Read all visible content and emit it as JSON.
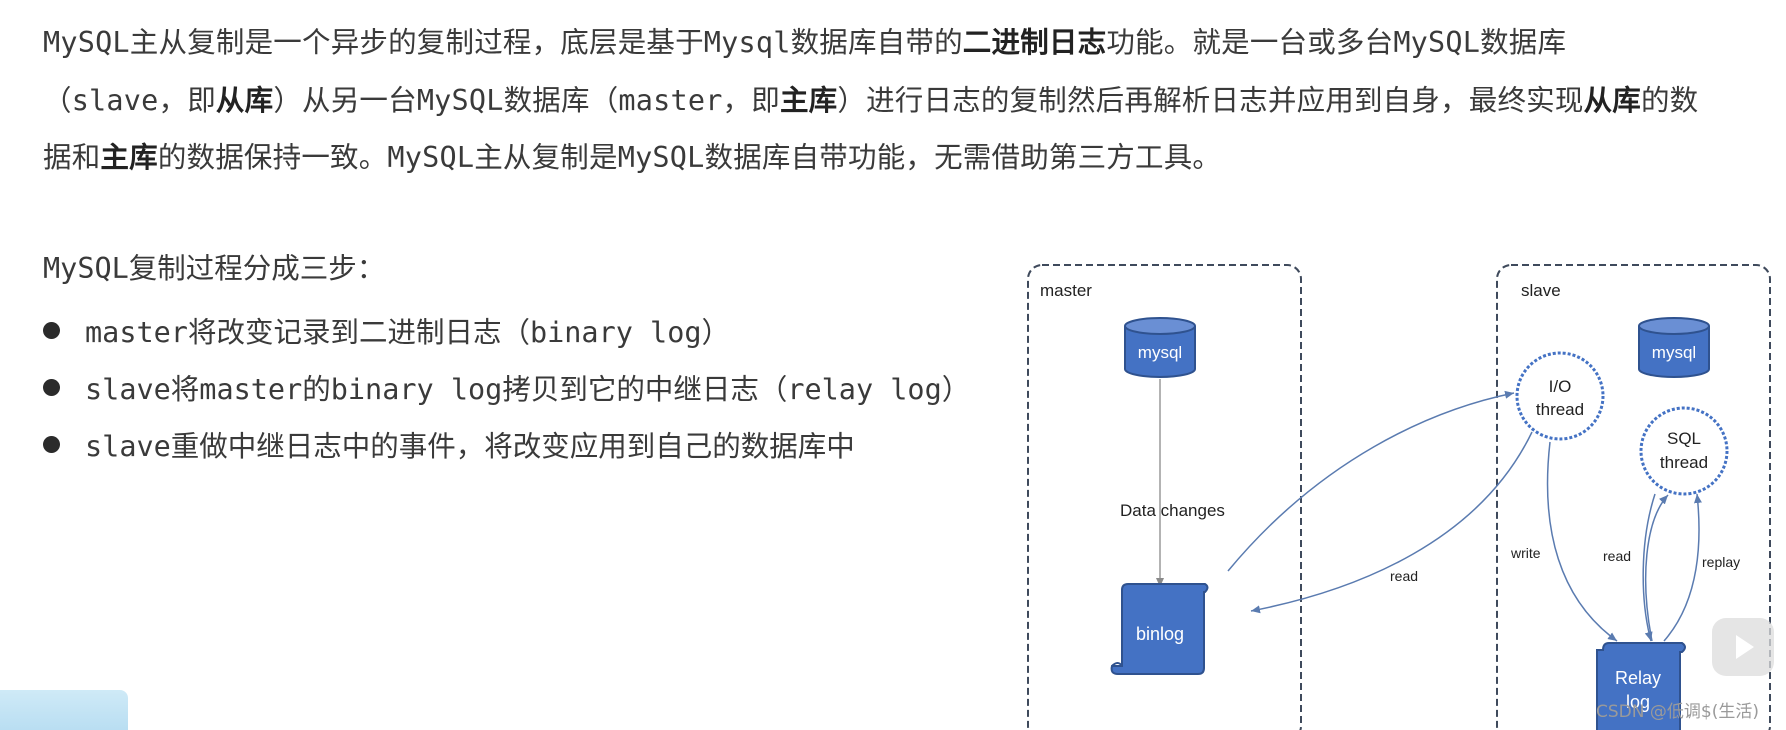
{
  "intro": {
    "p1": "MySQL主从复制是一个异步的复制过程，底层是基于Mysql数据库自带的",
    "b1": "二进制日志",
    "p2": "功能。就是一台或多台MySQL数据库（slave，即",
    "b2": "从库",
    "p3": "）从另一台MySQL数据库（master，即",
    "b3": "主库",
    "p4": "）进行日志的复制然后再解析日志并应用到自身，最终实现",
    "b4": "从库",
    "p5": "的数据和",
    "b5": "主库",
    "p6": "的数据保持一致。MySQL主从复制是MySQL数据库自带功能，无需借助第三方工具。"
  },
  "steps": {
    "title": "MySQL复制过程分成三步：",
    "items": [
      "master将改变记录到二进制日志（binary log）",
      "slave将master的binary log拷贝到它的中继日志（relay log）",
      "slave重做中继日志中的事件，将改变应用到自己的数据库中"
    ]
  },
  "diagram": {
    "master_label": "master",
    "slave_label": "slave",
    "master_db": "mysql",
    "slave_db": "mysql",
    "data_changes": "Data changes",
    "binlog": "binlog",
    "io_thread_1": "I/O",
    "io_thread_2": "thread",
    "sql_thread_1": "SQL",
    "sql_thread_2": "thread",
    "relay_log_1": "Relay",
    "relay_log_2": "log",
    "read_left": "read",
    "write": "write",
    "read_right": "read",
    "replay": "replay",
    "colors": {
      "shape_fill": "#4472c4",
      "shape_stroke": "#2f528f",
      "line": "#5a7bb0",
      "border": "#3f4a5c"
    }
  },
  "watermark": "CSDN @低调$(生活)"
}
